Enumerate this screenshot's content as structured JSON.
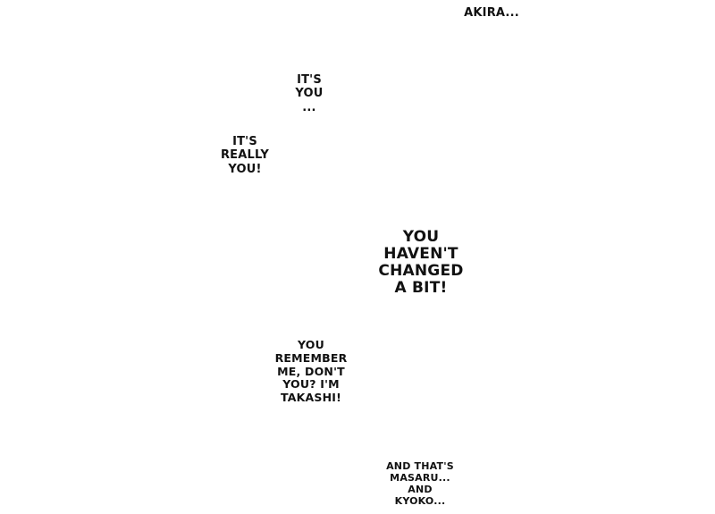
{
  "speech_bubbles": {
    "akira": [
      "AKIRA..."
    ],
    "its_you": [
      "IT'S",
      "YOU",
      "..."
    ],
    "its_really_you": [
      "IT'S",
      "REALLY",
      "YOU!"
    ],
    "havent_changed": [
      "YOU",
      "HAVEN'T",
      "CHANGED",
      "A BIT!"
    ],
    "remember_me": [
      "YOU",
      "REMEMBER",
      "ME, DON'T",
      "YOU? I'M",
      "TAKASHI!"
    ],
    "masaru_kyoko": [
      "AND THAT'S",
      "MASARU...",
      "AND",
      "KYOKO..."
    ]
  }
}
